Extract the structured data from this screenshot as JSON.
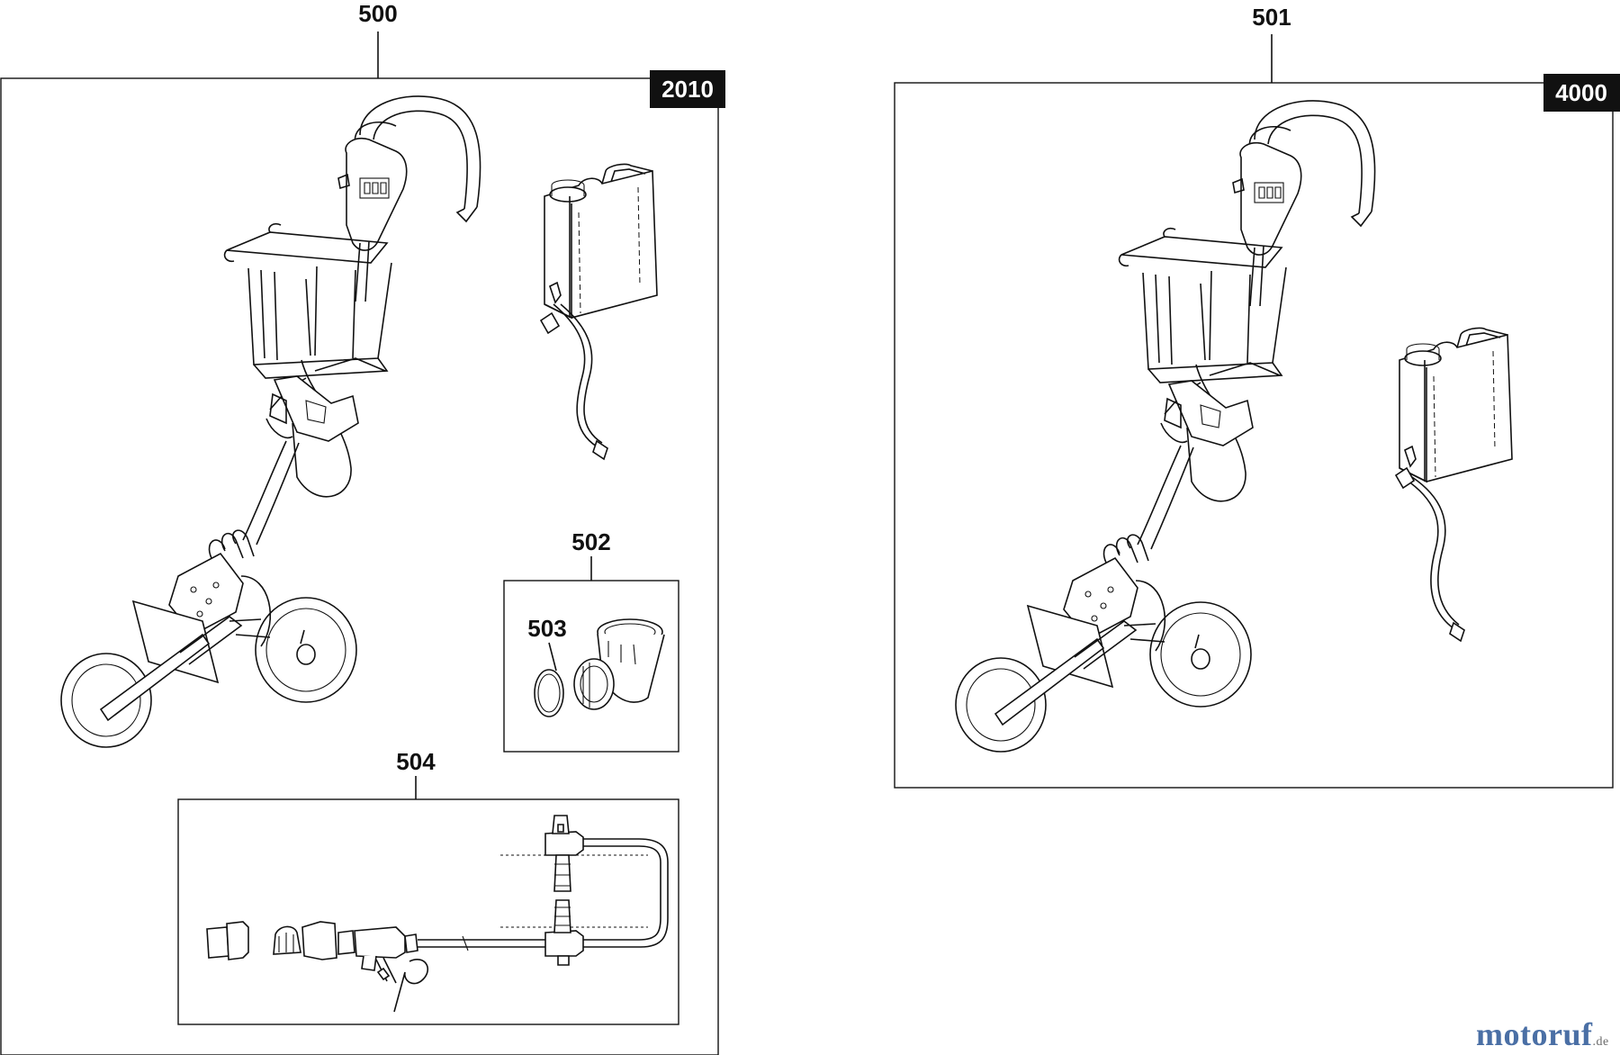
{
  "labels": {
    "set_500": "500",
    "set_501": "501",
    "set_502": "502",
    "set_503": "503",
    "set_504": "504"
  },
  "tags": {
    "left": "2010",
    "right": "4000"
  },
  "logo": {
    "part1": "motoruf",
    "part2": "",
    "suffix": ".de"
  }
}
